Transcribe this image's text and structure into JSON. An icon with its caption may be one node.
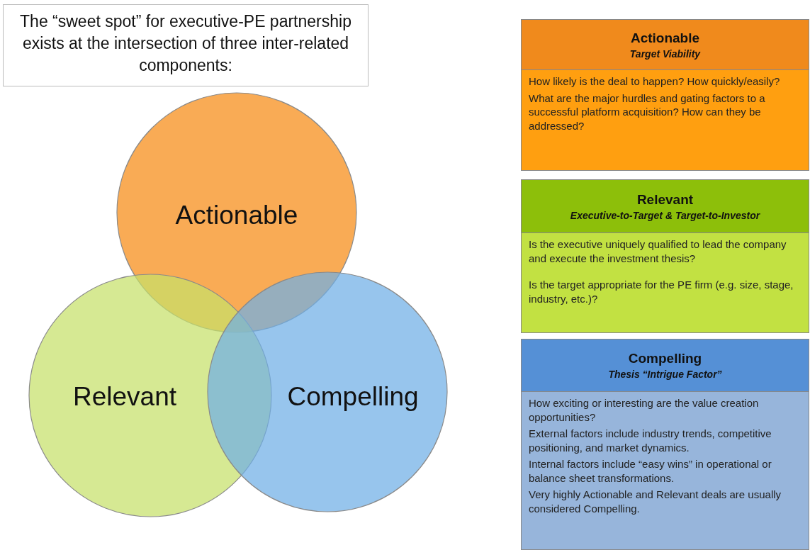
{
  "diagram": {
    "nodes": [
      {
        "text": [
          "The “sweet spot” for executive-PE partnership exists at the intersection of three inter-related components:"
        ]
      },
      {
        "text": [
          "Actionable"
        ]
      },
      {
        "text": [
          "Relevant"
        ]
      },
      {
        "text": [
          "Compelling"
        ]
      },
      {
        "text": [
          "Actionable",
          "Target Viability"
        ]
      },
      {
        "text": [
          "How likely is the deal to happen?  How quickly/easily?",
          "What are the major hurdles and gating factors to a successful platform acquisition?  How can they be addressed?"
        ]
      },
      {
        "text": [
          "Relevant",
          "Executive-to-Target & Target-to-Investor"
        ]
      },
      {
        "text": [
          "Is the executive uniquely qualified to lead the company and execute the investment thesis?",
          "Is the target appropriate for the PE firm (e.g. size, stage, industry, etc.)?"
        ]
      },
      {
        "text": [
          "Compelling",
          "Thesis “Intrigue Factor”"
        ]
      },
      {
        "text": [
          "How exciting or interesting are the value creation opportunities?",
          "External factors include industry trends, competitive positioning, and market dynamics.",
          "Internal factors include “easy wins” in operational or balance sheet transformations.",
          "Very highly Actionable and Relevant deals are usually considered Compelling."
        ]
      }
    ]
  }
}
